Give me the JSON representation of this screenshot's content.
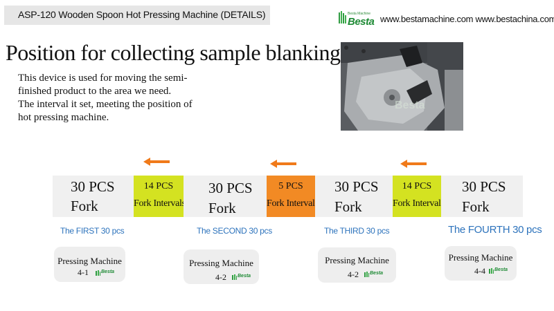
{
  "header": {
    "title": "ASP-120 Wooden Spoon Hot Pressing Machine (DETAILS)",
    "logo_small": "Besta Machine",
    "logo_brand": "Besta",
    "websites": "www.bestamachine.com www.bestachina.com"
  },
  "main": {
    "heading": "Position for collecting sample blanking",
    "description_lines": [
      "This device is used for moving the semi-",
      "finished product to the area we need.",
      "The interval it set, meeting the position of",
      "hot pressing machine."
    ],
    "photo_watermark": "Besta"
  },
  "flow": {
    "forks": [
      {
        "count": "30 PCS",
        "label": "Fork"
      },
      {
        "count": "30 PCS",
        "label": "Fork"
      },
      {
        "count": "30 PCS",
        "label": "Fork"
      },
      {
        "count": "30 PCS",
        "label": "Fork"
      }
    ],
    "intervals": [
      {
        "count": "14 PCS",
        "label": "Fork Intervals",
        "color": "#d4e221"
      },
      {
        "count": "5 PCS",
        "label": "Fork Intervals",
        "color": "#f28a24"
      },
      {
        "count": "14 PCS",
        "label": "Fork Intervals",
        "color": "#d4e221"
      }
    ],
    "arrow_color": "#f07a1a",
    "group_labels": [
      "The FIRST 30 pcs",
      "The SECOND 30 pcs",
      "The THIRD 30 pcs",
      "The FOURTH 30 pcs"
    ],
    "label_color": "#2d73bc",
    "machines": [
      {
        "name": "Pressing Machine",
        "number": "4-1",
        "logo": "Besta"
      },
      {
        "name": "Pressing Machine",
        "number": "4-2",
        "logo": "Besta"
      },
      {
        "name": "Pressing Machine",
        "number": "4-2",
        "logo": "Besta"
      },
      {
        "name": "Pressing Machine",
        "number": "4-4",
        "logo": "Besta"
      }
    ]
  }
}
